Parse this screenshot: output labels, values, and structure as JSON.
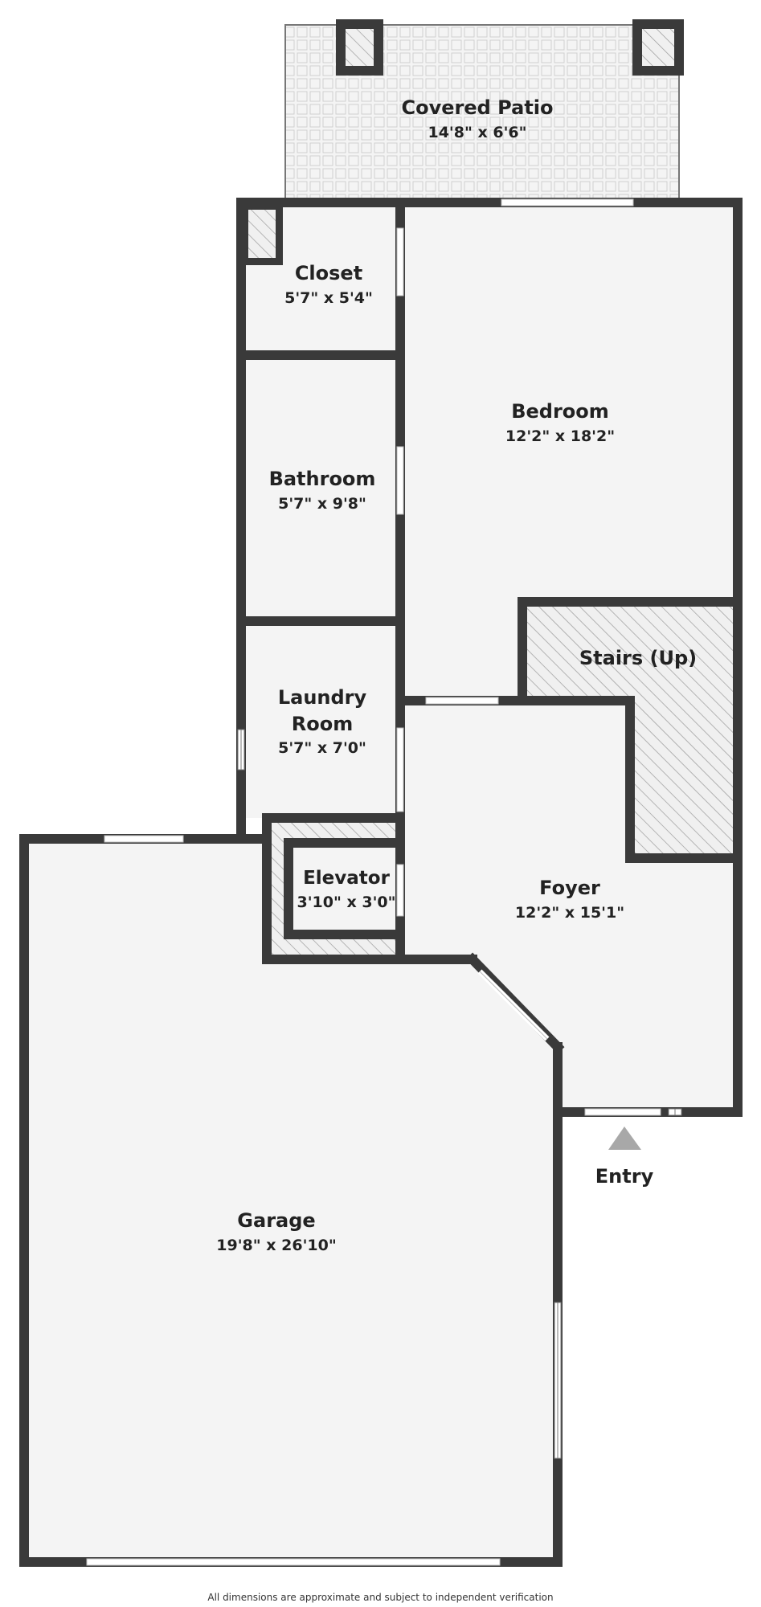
{
  "colors": {
    "wall": "#3a3a3a",
    "floor": "#f4f4f4",
    "window": "#ffffff",
    "hatch": "#9a9a9a",
    "text": "#222222",
    "entry_arrow": "#a8a8a8"
  },
  "rooms": {
    "covered_patio": {
      "name": "Covered Patio",
      "dims": "14'8\" x 6'6\""
    },
    "closet": {
      "name": "Closet",
      "dims": "5'7\" x 5'4\""
    },
    "bedroom": {
      "name": "Bedroom",
      "dims": "12'2\" x 18'2\""
    },
    "bathroom": {
      "name": "Bathroom",
      "dims": "5'7\" x 9'8\""
    },
    "laundry": {
      "name_line1": "Laundry",
      "name_line2": "Room",
      "dims": "5'7\" x 7'0\""
    },
    "stairs": {
      "name": "Stairs (Up)"
    },
    "elevator": {
      "name": "Elevator",
      "dims": "3'10\" x 3'0\""
    },
    "foyer": {
      "name": "Foyer",
      "dims": "12'2\" x 15'1\""
    },
    "garage": {
      "name": "Garage",
      "dims": "19'8\" x 26'10\""
    }
  },
  "entry": {
    "label": "Entry",
    "icon": "entry-arrow-icon"
  },
  "footer": {
    "note": "All dimensions are approximate and subject to independent verification"
  }
}
